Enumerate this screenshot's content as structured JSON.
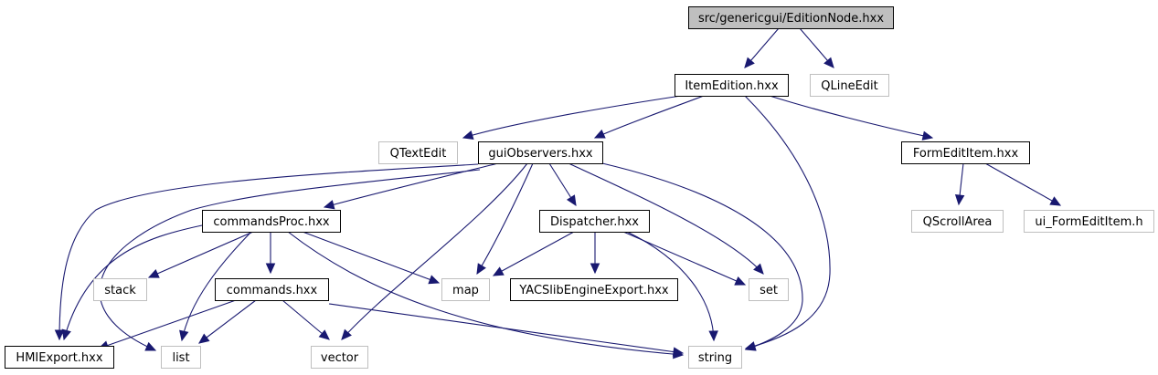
{
  "diagram": {
    "type": "include-dependency-graph",
    "colors": {
      "edge": "#191970",
      "root_fill": "#bfbfbf",
      "root_border": "#000000",
      "documented_border": "#000000",
      "external_border": "#bfbfbf",
      "node_fill": "#ffffff"
    },
    "nodes": [
      {
        "id": "root",
        "label": "src/genericgui/EditionNode.hxx",
        "kind": "root"
      },
      {
        "id": "itemedition",
        "label": "ItemEdition.hxx",
        "kind": "documented"
      },
      {
        "id": "qlineedit",
        "label": "QLineEdit",
        "kind": "external"
      },
      {
        "id": "qtextedit",
        "label": "QTextEdit",
        "kind": "external"
      },
      {
        "id": "guiobservers",
        "label": "guiObservers.hxx",
        "kind": "documented"
      },
      {
        "id": "formedititem",
        "label": "FormEditItem.hxx",
        "kind": "documented"
      },
      {
        "id": "commandsproc",
        "label": "commandsProc.hxx",
        "kind": "documented"
      },
      {
        "id": "dispatcher",
        "label": "Dispatcher.hxx",
        "kind": "documented"
      },
      {
        "id": "qscrollarea",
        "label": "QScrollArea",
        "kind": "external"
      },
      {
        "id": "ui_formedititem",
        "label": "ui_FormEditItem.h",
        "kind": "external"
      },
      {
        "id": "stack",
        "label": "stack",
        "kind": "external"
      },
      {
        "id": "commands",
        "label": "commands.hxx",
        "kind": "documented"
      },
      {
        "id": "map",
        "label": "map",
        "kind": "external"
      },
      {
        "id": "yacslib",
        "label": "YACSlibEngineExport.hxx",
        "kind": "documented"
      },
      {
        "id": "set",
        "label": "set",
        "kind": "external"
      },
      {
        "id": "hmiexport",
        "label": "HMIExport.hxx",
        "kind": "documented"
      },
      {
        "id": "list",
        "label": "list",
        "kind": "external"
      },
      {
        "id": "vector",
        "label": "vector",
        "kind": "external"
      },
      {
        "id": "string",
        "label": "string",
        "kind": "external"
      }
    ],
    "edges": [
      {
        "from": "root",
        "to": "itemedition"
      },
      {
        "from": "root",
        "to": "qlineedit"
      },
      {
        "from": "itemedition",
        "to": "qtextedit"
      },
      {
        "from": "itemedition",
        "to": "guiobservers"
      },
      {
        "from": "itemedition",
        "to": "formedititem"
      },
      {
        "from": "itemedition",
        "to": "string"
      },
      {
        "from": "guiobservers",
        "to": "commandsproc"
      },
      {
        "from": "guiobservers",
        "to": "dispatcher"
      },
      {
        "from": "guiobservers",
        "to": "hmiexport"
      },
      {
        "from": "guiobservers",
        "to": "list"
      },
      {
        "from": "guiobservers",
        "to": "map"
      },
      {
        "from": "guiobservers",
        "to": "vector"
      },
      {
        "from": "guiobservers",
        "to": "set"
      },
      {
        "from": "guiobservers",
        "to": "string"
      },
      {
        "from": "formedititem",
        "to": "qscrollarea"
      },
      {
        "from": "formedititem",
        "to": "ui_formedititem"
      },
      {
        "from": "commandsproc",
        "to": "stack"
      },
      {
        "from": "commandsproc",
        "to": "commands"
      },
      {
        "from": "commandsproc",
        "to": "map"
      },
      {
        "from": "commandsproc",
        "to": "hmiexport"
      },
      {
        "from": "commandsproc",
        "to": "list"
      },
      {
        "from": "commandsproc",
        "to": "string"
      },
      {
        "from": "dispatcher",
        "to": "map"
      },
      {
        "from": "dispatcher",
        "to": "yacslib"
      },
      {
        "from": "dispatcher",
        "to": "set"
      },
      {
        "from": "dispatcher",
        "to": "string"
      },
      {
        "from": "commands",
        "to": "hmiexport"
      },
      {
        "from": "commands",
        "to": "list"
      },
      {
        "from": "commands",
        "to": "vector"
      },
      {
        "from": "commands",
        "to": "string"
      }
    ]
  }
}
